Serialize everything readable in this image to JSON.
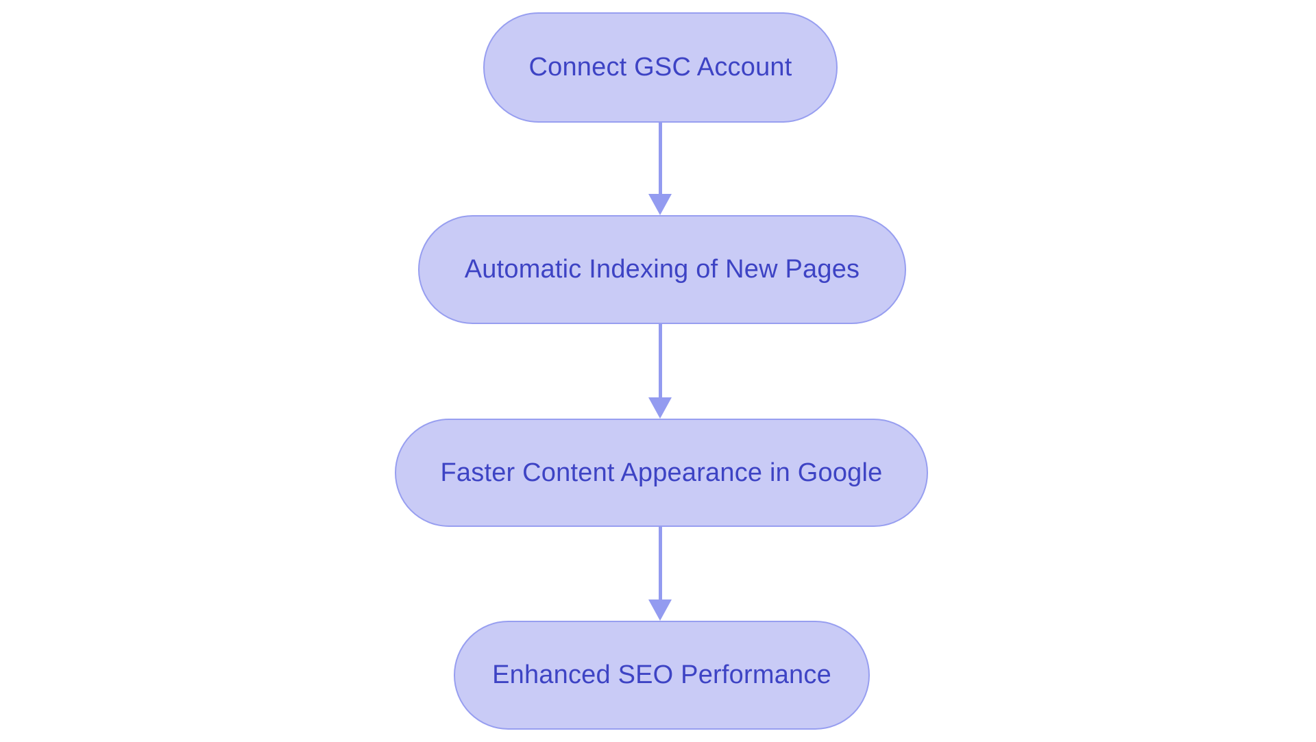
{
  "diagram": {
    "type": "flowchart",
    "direction": "top-down",
    "nodes": [
      {
        "id": "connect-gsc-account",
        "label": "Connect GSC Account"
      },
      {
        "id": "automatic-indexing",
        "label": "Automatic Indexing of New Pages"
      },
      {
        "id": "faster-content-appearance",
        "label": "Faster Content Appearance in Google"
      },
      {
        "id": "enhanced-seo-performance",
        "label": "Enhanced SEO Performance"
      }
    ],
    "edges": [
      {
        "from": "connect-gsc-account",
        "to": "automatic-indexing"
      },
      {
        "from": "automatic-indexing",
        "to": "faster-content-appearance"
      },
      {
        "from": "faster-content-appearance",
        "to": "enhanced-seo-performance"
      }
    ]
  },
  "colors": {
    "background": "#ffffff",
    "node-fill": "#c9cbf6",
    "node-border": "#979ef0",
    "node-text": "#3d43c4",
    "arrow": "#939bf0"
  }
}
